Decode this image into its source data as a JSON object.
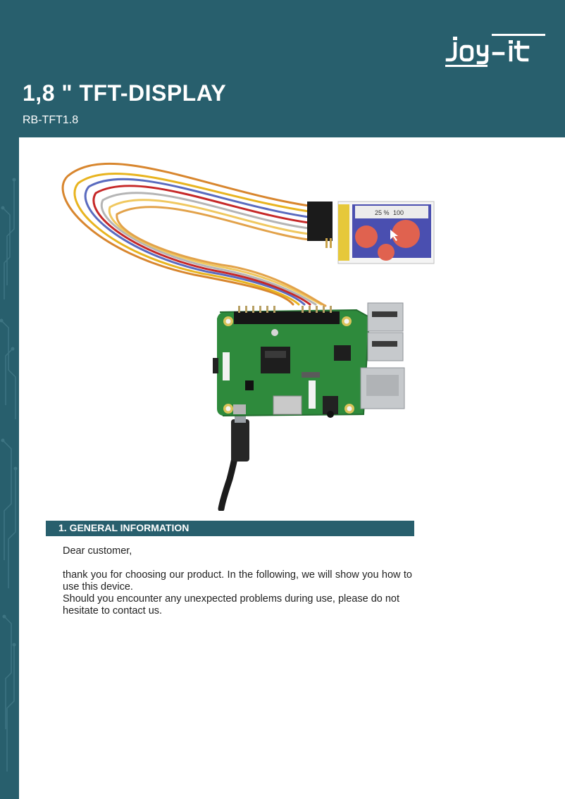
{
  "header": {
    "brand_logo_text": "JOY-it",
    "title": "1,8 \" TFT-DISPLAY",
    "subtitle": "RB-TFT1.8",
    "color": "#285f6d"
  },
  "product_photo": {
    "display_screen": {
      "percent_label": "25 %",
      "value_label": "100"
    }
  },
  "section": {
    "heading": "1. GENERAL INFORMATION"
  },
  "body": {
    "greeting": "Dear customer,",
    "paragraph_1": "thank you for choosing our product. In the following, we will show you how to use this device.",
    "paragraph_2": "Should you encounter any  unexpected problems during  use, please do not hesitate to contact us."
  }
}
